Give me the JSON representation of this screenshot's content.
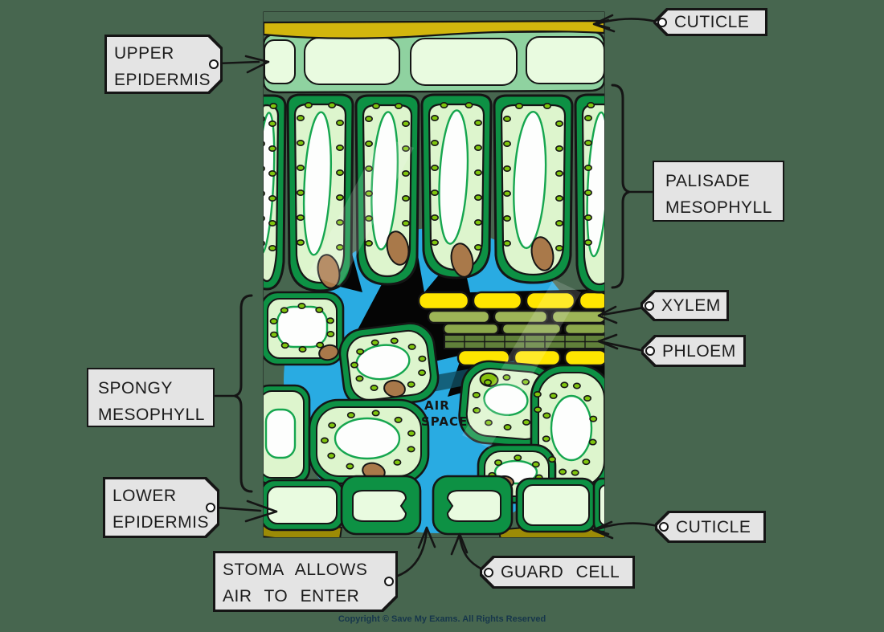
{
  "page": {
    "background_color": "#47664f"
  },
  "labels": {
    "upper_epidermis": {
      "line1": "UPPER",
      "line2": "EPIDERMIS"
    },
    "cuticle_top": {
      "text": "CUTICLE"
    },
    "palisade_mesophyll": {
      "line1": "PALISADE",
      "line2": "MESOPHYLL"
    },
    "xylem": {
      "text": "XYLEM"
    },
    "phloem": {
      "text": "PHLOEM"
    },
    "spongy_mesophyll": {
      "line1": "SPONGY",
      "line2": "MESOPHYLL"
    },
    "lower_epidermis": {
      "line1": "LOWER",
      "line2": "EPIDERMIS"
    },
    "stoma": {
      "line1": "STOMA ALLOWS",
      "line2": "AIR TO ENTER"
    },
    "guard_cell": {
      "text": "GUARD CELL"
    },
    "cuticle_bottom": {
      "text": "CUTICLE"
    }
  },
  "diagram": {
    "air_space": {
      "line1": "AIR",
      "line2": "SPACE"
    }
  },
  "footer": {
    "copyright": "Copyright © Save My Exams. All Rights Reserved"
  },
  "colors": {
    "background": "#47664f",
    "label_background": "#e4e4e4",
    "outline": "#151515",
    "cell_wall_green": "#0d9144",
    "cell_cytoplasm": "#ddf5cd",
    "epidermis_green": "#8fd2a0",
    "epidermis_fill": "#e9fbe0",
    "cuticle_yellow": "#d2b60d",
    "lower_cuticle_olive": "#9c8b06",
    "xylem_yellow": "#ffe600",
    "bundle_olive_light": "#9db557",
    "bundle_olive_mid": "#8ca84b",
    "phloem_olive_dark": "#60803a",
    "chloroplast_green": "#7fc50d",
    "nucleus_brown": "#a9794a",
    "air_space_blue": "#29abe2",
    "cavity_black": "#050505",
    "copyright_text": "#16364b"
  }
}
